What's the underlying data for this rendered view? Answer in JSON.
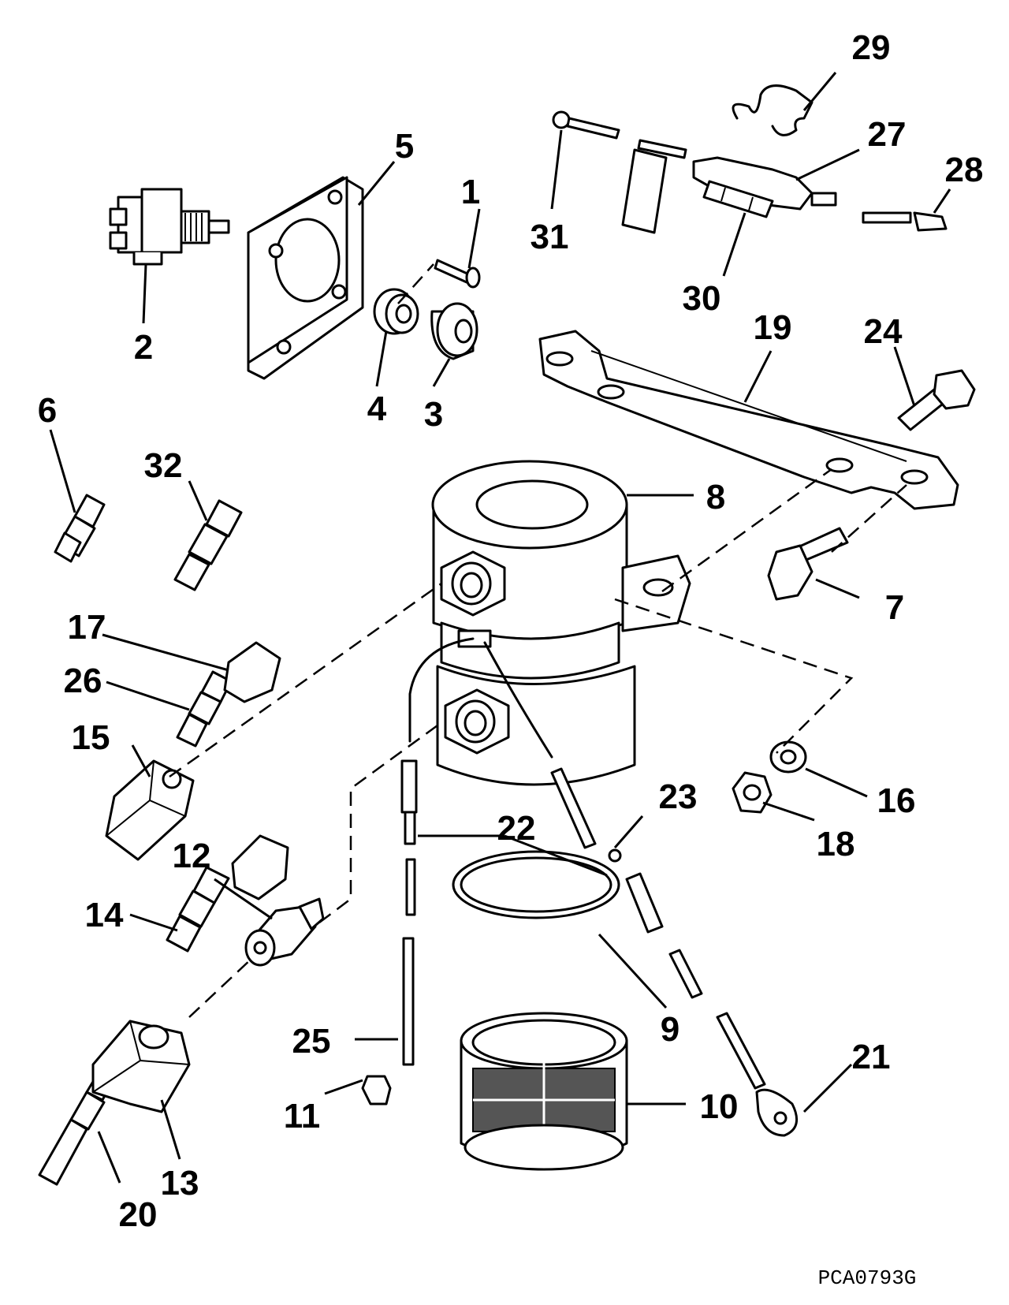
{
  "diagram": {
    "drawing_code": "PCA0793G",
    "callouts": [
      {
        "id": "c1",
        "label": "1"
      },
      {
        "id": "c2",
        "label": "2"
      },
      {
        "id": "c3",
        "label": "3"
      },
      {
        "id": "c4",
        "label": "4"
      },
      {
        "id": "c5",
        "label": "5"
      },
      {
        "id": "c6",
        "label": "6"
      },
      {
        "id": "c7",
        "label": "7"
      },
      {
        "id": "c8",
        "label": "8"
      },
      {
        "id": "c9",
        "label": "9"
      },
      {
        "id": "c10",
        "label": "10"
      },
      {
        "id": "c11",
        "label": "11"
      },
      {
        "id": "c12",
        "label": "12"
      },
      {
        "id": "c13",
        "label": "13"
      },
      {
        "id": "c14",
        "label": "14"
      },
      {
        "id": "c15",
        "label": "15"
      },
      {
        "id": "c16",
        "label": "16"
      },
      {
        "id": "c17",
        "label": "17"
      },
      {
        "id": "c18",
        "label": "18"
      },
      {
        "id": "c19",
        "label": "19"
      },
      {
        "id": "c20",
        "label": "20"
      },
      {
        "id": "c21",
        "label": "21"
      },
      {
        "id": "c22",
        "label": "22"
      },
      {
        "id": "c23",
        "label": "23"
      },
      {
        "id": "c24",
        "label": "24"
      },
      {
        "id": "c25",
        "label": "25"
      },
      {
        "id": "c26",
        "label": "26"
      },
      {
        "id": "c27",
        "label": "27"
      },
      {
        "id": "c28",
        "label": "28"
      },
      {
        "id": "c29",
        "label": "29"
      },
      {
        "id": "c30",
        "label": "30"
      },
      {
        "id": "c31",
        "label": "31"
      },
      {
        "id": "c32",
        "label": "32"
      }
    ]
  }
}
